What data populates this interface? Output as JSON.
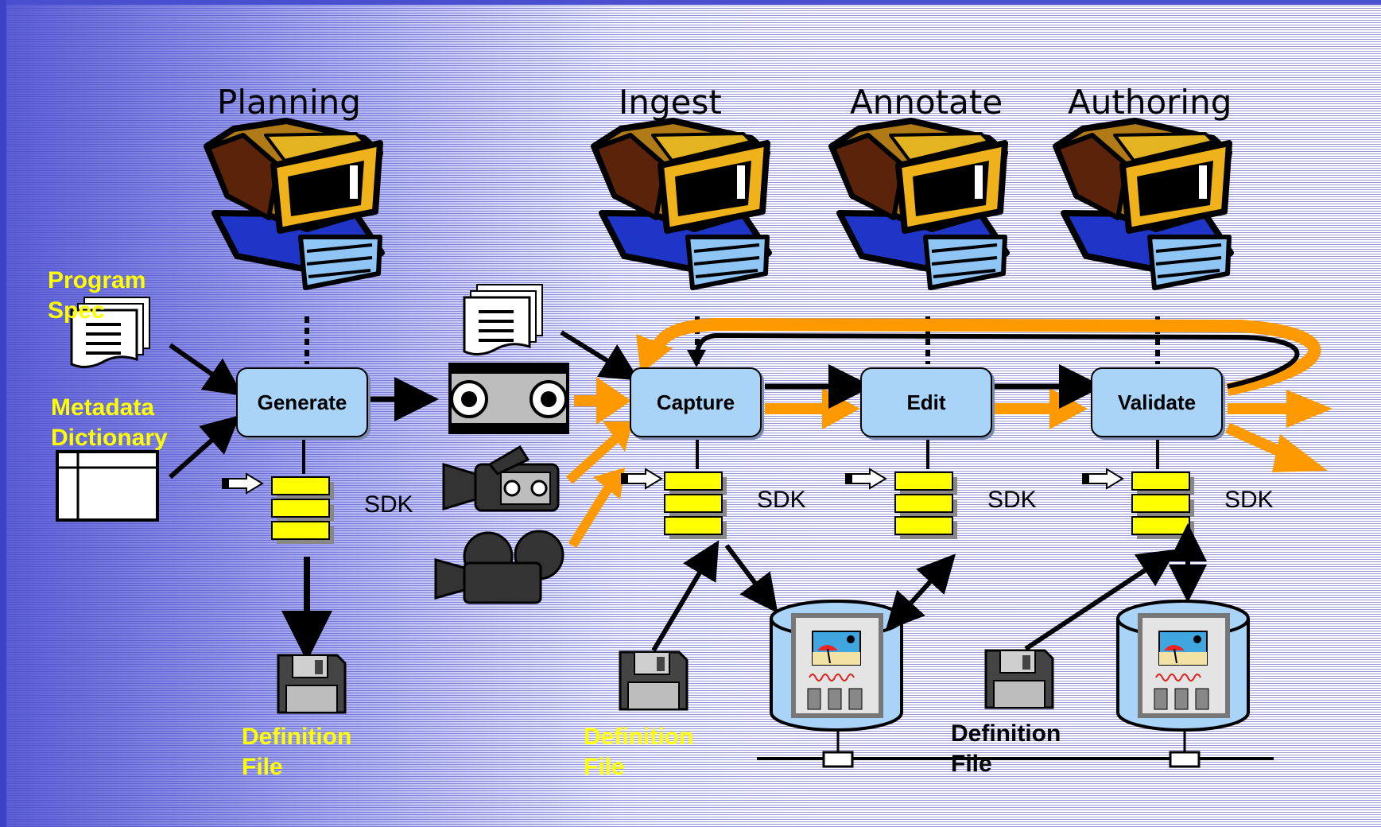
{
  "stages": {
    "planning": "Planning",
    "ingest": "Ingest",
    "annotate": "Annotate",
    "authoring": "Authoring"
  },
  "processes": {
    "generate": "Generate",
    "capture": "Capture",
    "edit": "Edit",
    "validate": "Validate"
  },
  "sdk_label": "SDK",
  "inputs": {
    "program_spec": [
      "Program",
      "Spec"
    ],
    "metadata_dictionary": [
      "Metadata",
      "Dictionary"
    ]
  },
  "definition_file": [
    "Definition",
    "File"
  ],
  "colors": {
    "process_box": "#a9d3f7",
    "highlight_text": "#ffff00",
    "media_flow": "#ff9900",
    "sdk_block": "#ffff00"
  },
  "icons": [
    "workstation-icon",
    "document-stack-icon",
    "table-icon",
    "videotape-icon",
    "camcorder-icon",
    "film-camera-icon",
    "floppy-disk-icon",
    "media-database-icon",
    "sdk-stack-icon"
  ]
}
